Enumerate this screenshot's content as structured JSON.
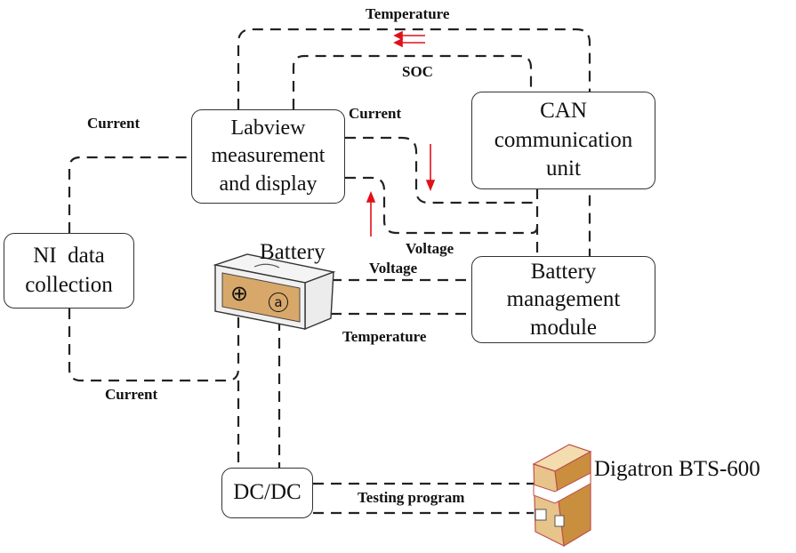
{
  "nodes": {
    "labview": [
      "Labview",
      "measurement",
      "and display"
    ],
    "can": [
      "CAN",
      "communication",
      "unit"
    ],
    "ni": [
      "NI  data",
      "collection"
    ],
    "bms": [
      "Battery",
      "management",
      "module"
    ],
    "dcdc": [
      "DC/DC"
    ],
    "battery_label": "Battery",
    "digatron_label": "Digatron BTS-600"
  },
  "edge_labels": {
    "temperature_top": "Temperature",
    "soc": "SOC",
    "current_left": "Current",
    "current_mid": "Current",
    "voltage_1": "Voltage",
    "voltage_2": "Voltage",
    "temperature_bottom": "Temperature",
    "current_bottom": "Current",
    "testing_program": "Testing program"
  },
  "icons": {
    "plus_terminal": "⊕",
    "minus_terminal": "a"
  },
  "colors": {
    "arrow": "#e0101a",
    "battery_face": "#d8a86a",
    "digatron_face": "#e7c48a"
  }
}
